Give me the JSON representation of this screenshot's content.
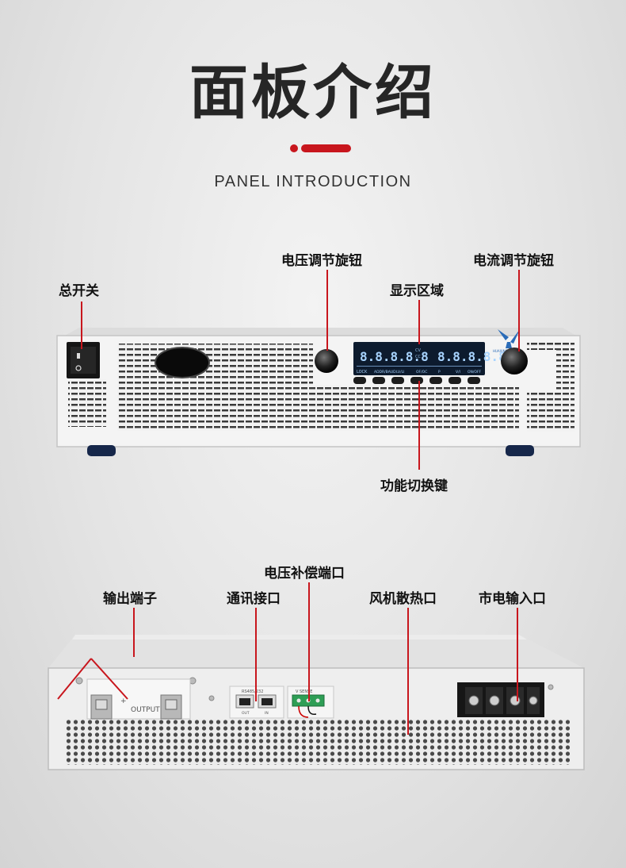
{
  "title": "面板介绍",
  "subtitle": "PANEL INTRODUCTION",
  "front_panel": {
    "labels": {
      "main_switch": "总开关",
      "voltage_knob": "电压调节旋钮",
      "current_knob": "电流调节旋钮",
      "display_area": "显示区域",
      "function_keys": "功能切换键"
    },
    "display_left": "8.8.8.8.8",
    "display_right": "8.8.8.8.8",
    "indicators": "LOCK",
    "key_labels": [
      "ADDR/BAUD",
      "LV/LI",
      "OF/OC",
      "P",
      "V/I",
      "ON/OFF"
    ],
    "logo_text": "HUAXINGTIAN"
  },
  "rear_panel": {
    "labels": {
      "output_terminal": "输出端子",
      "comm_port": "通讯接口",
      "voltage_comp_port": "电压补偿端口",
      "fan_vent": "风机散热口",
      "mains_input": "市电输入口"
    },
    "output_plate_text": "OUTPUT",
    "output_plus": "+",
    "rs_label": "RS485/232",
    "port_labels": [
      "OUT",
      "IN"
    ],
    "sense_label": "V SENSE"
  },
  "colors": {
    "accent": "#c8161d",
    "display_bg": "#0d1b2e",
    "display_digits": "#a8d4ff",
    "chassis": "#f1f1f1"
  }
}
